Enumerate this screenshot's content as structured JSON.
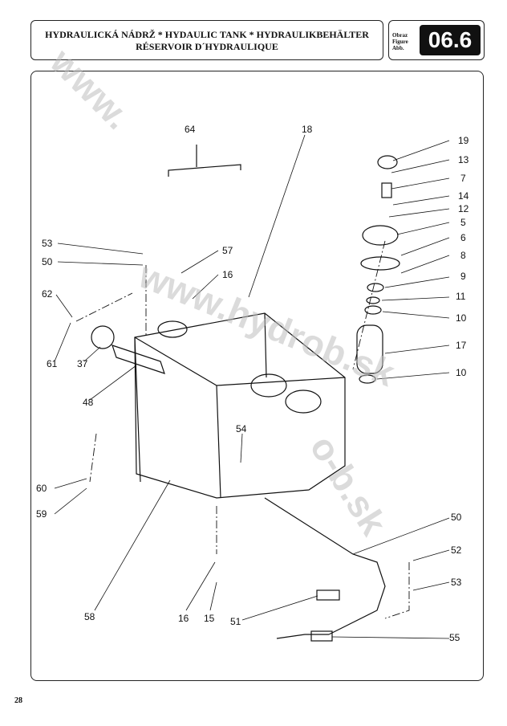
{
  "header": {
    "title_line1": "HYDRAULICKÁ NÁDRŽ * HYDAULIC TANK * HYDRAULIKBEHÄLTER",
    "title_line2": "RÉSERVOIR D´HYDRAULIQUE",
    "figure_label_1": "Obraz",
    "figure_label_2": "Figure",
    "figure_label_3": "Abb.",
    "figure_number": "06.6"
  },
  "watermark": {
    "text_1": "www.",
    "text_2": "www.hydrob.sk",
    "text_3": "o-b.sk"
  },
  "parts": {
    "p64": "64",
    "p18": "18",
    "p19": "19",
    "p13": "13",
    "p7": "7",
    "p14": "14",
    "p12": "12",
    "p5": "5",
    "p6": "6",
    "p8": "8",
    "p9": "9",
    "p11": "11",
    "p10a": "10",
    "p17": "17",
    "p10b": "10",
    "p53a": "53",
    "p50a": "50",
    "p57": "57",
    "p16a": "16",
    "p62": "62",
    "p61": "61",
    "p37": "37",
    "p48": "48",
    "p54": "54",
    "p60": "60",
    "p59": "59",
    "p50b": "50",
    "p52": "52",
    "p53b": "53",
    "p58": "58",
    "p16b": "16",
    "p15": "15",
    "p51": "51",
    "p55": "55"
  },
  "page_number": "28"
}
